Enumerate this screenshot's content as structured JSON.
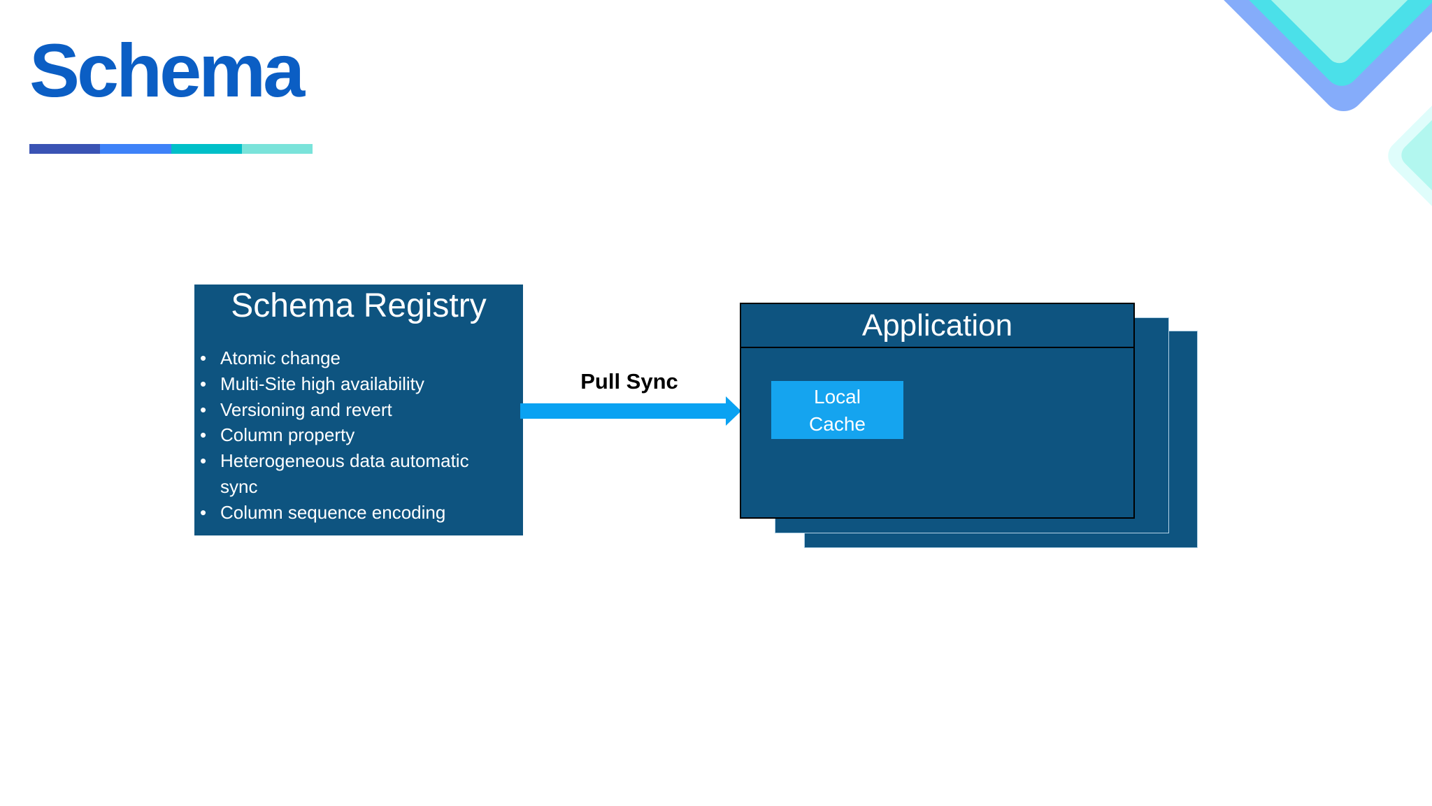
{
  "slide_title": {
    "text": "Schema"
  },
  "registry_box": {
    "title": "Schema Registry",
    "bullets": [
      "Atomic change",
      "Multi-Site high availability",
      "Versioning and revert",
      "Column property",
      "Heterogeneous data automatic sync",
      "Column sequence encoding"
    ]
  },
  "sync_arrow": {
    "label": "Pull Sync"
  },
  "application_stack": {
    "title": "Application",
    "stacked_copies": 3,
    "local_cache": {
      "label": "Local Cache"
    }
  },
  "colors": {
    "title-blue": "#0B5EC4",
    "bar-1": "#3A53B4",
    "bar-2": "#3E82F8",
    "bar-3": "#00BFC8",
    "bar-4": "#7AE3DA",
    "box-dark": "#0E5480",
    "bright-blue": "#0AA2F2",
    "cache-blue": "#15A4EF",
    "decor-periwinkle": "#85ACFA",
    "decor-cyan": "#4BE0E9",
    "decor-mint": "#A9F6EC",
    "decor-pale": "#DFFDFB",
    "decor-pale-inner": "#B2F7EF"
  }
}
